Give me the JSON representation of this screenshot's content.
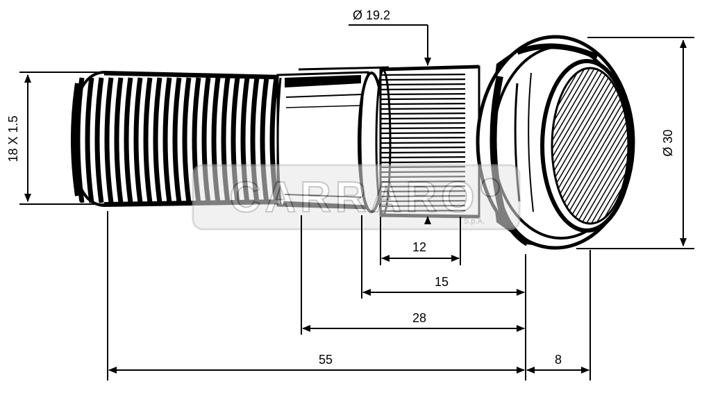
{
  "title": "",
  "watermark": {
    "brand": "CARRARO",
    "sub": "S.p.A."
  },
  "dimensions": {
    "head_diameter": "Ø 30",
    "knurl_diameter": "Ø 19.2",
    "thread": "18 X 1.5",
    "knurl_length": "12",
    "shoulder_to_head": "15",
    "shank_to_head": "28",
    "overall_length": "55",
    "head_thickness": "8"
  }
}
